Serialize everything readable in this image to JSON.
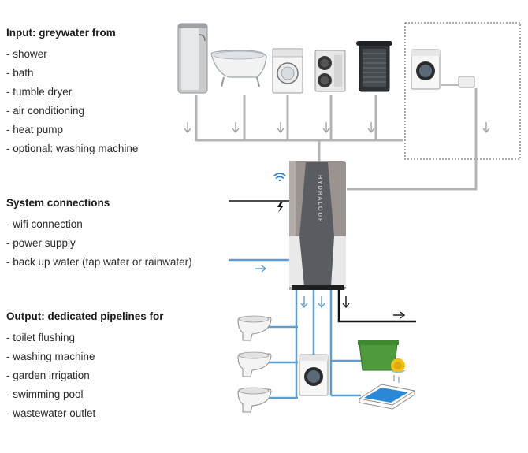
{
  "input": {
    "heading": "Input: greywater from",
    "items": [
      "- shower",
      "- bath",
      "- tumble dryer",
      "- air conditioning",
      "- heat pump",
      "- optional: washing machine"
    ]
  },
  "connections": {
    "heading": "System connections",
    "items": [
      "- wifi connection",
      "- power supply",
      "- back up water (tap water or rainwater)"
    ]
  },
  "output": {
    "heading": "Output: dedicated pipelines for",
    "items": [
      "- toilet flushing",
      "- washing machine",
      "- garden irrigation",
      "- swimming pool",
      "- wastewater outlet"
    ]
  },
  "unit": {
    "brand": "HYDRALOOP"
  },
  "icons": {
    "shower": "shower-cabinet-icon",
    "bath": "bathtub-icon",
    "dryer": "tumble-dryer-icon",
    "ac": "air-conditioner-icon",
    "heatpump": "heat-pump-icon",
    "washer": "washing-machine-icon",
    "wifi": "wifi-icon",
    "power": "lightning-bolt-icon",
    "toilet": "wall-toilet-icon",
    "garden": "garden-planter-icon",
    "pool": "swimming-pool-icon"
  },
  "colors": {
    "grey_pipe": "#b4b4b4",
    "blue_pipe": "#5b9ecf",
    "black_pipe": "#111111",
    "wifi": "#2b7fd0"
  }
}
